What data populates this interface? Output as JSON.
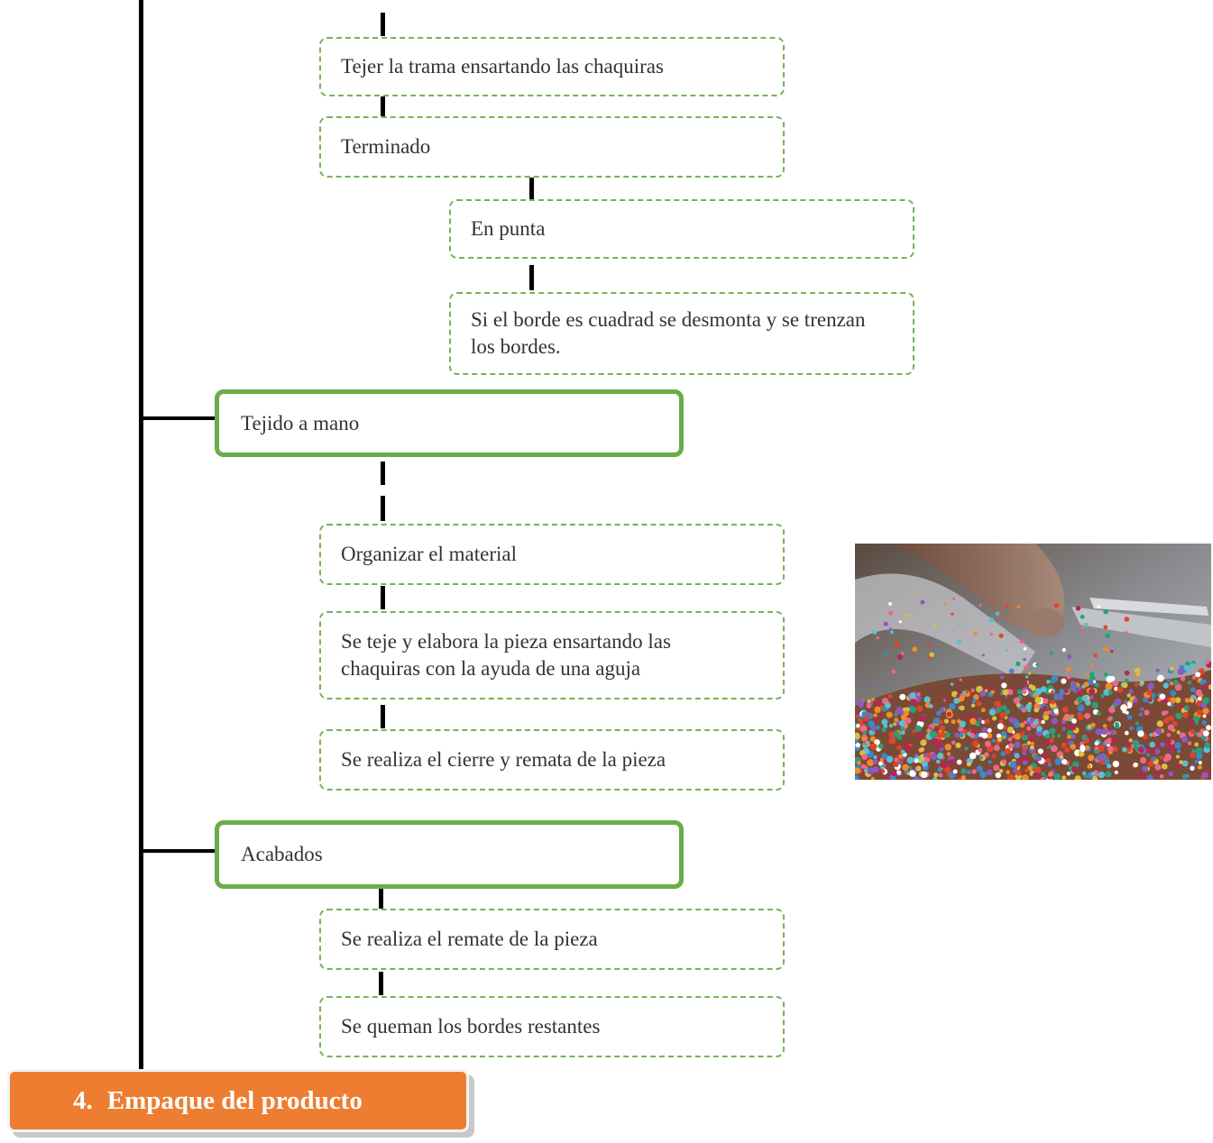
{
  "steps": {
    "tejer_trama": "Tejer la trama ensartando las chaquiras",
    "terminado": "Terminado",
    "en_punta": "En punta",
    "borde_cuadrado": "Si el borde es cuadrad se desmonta y se trenzan los bordes.",
    "organizar": "Organizar el material",
    "teje_elabora": "Se teje y elabora la pieza ensartando las chaquiras con la ayuda de una aguja",
    "cierre": "Se realiza el cierre y remata de la pieza",
    "remate": "Se realiza el remate de la pieza",
    "quemar": "Se queman los bordes restantes"
  },
  "sections": {
    "tejido_mano": "Tejido a mano",
    "acabados": "Acabados"
  },
  "footer": {
    "number": "4.",
    "label": "Empaque del producto"
  },
  "colors": {
    "accent_green": "#6aac45",
    "dashed_green": "#77b255",
    "footer_orange": "#ed7d31"
  }
}
